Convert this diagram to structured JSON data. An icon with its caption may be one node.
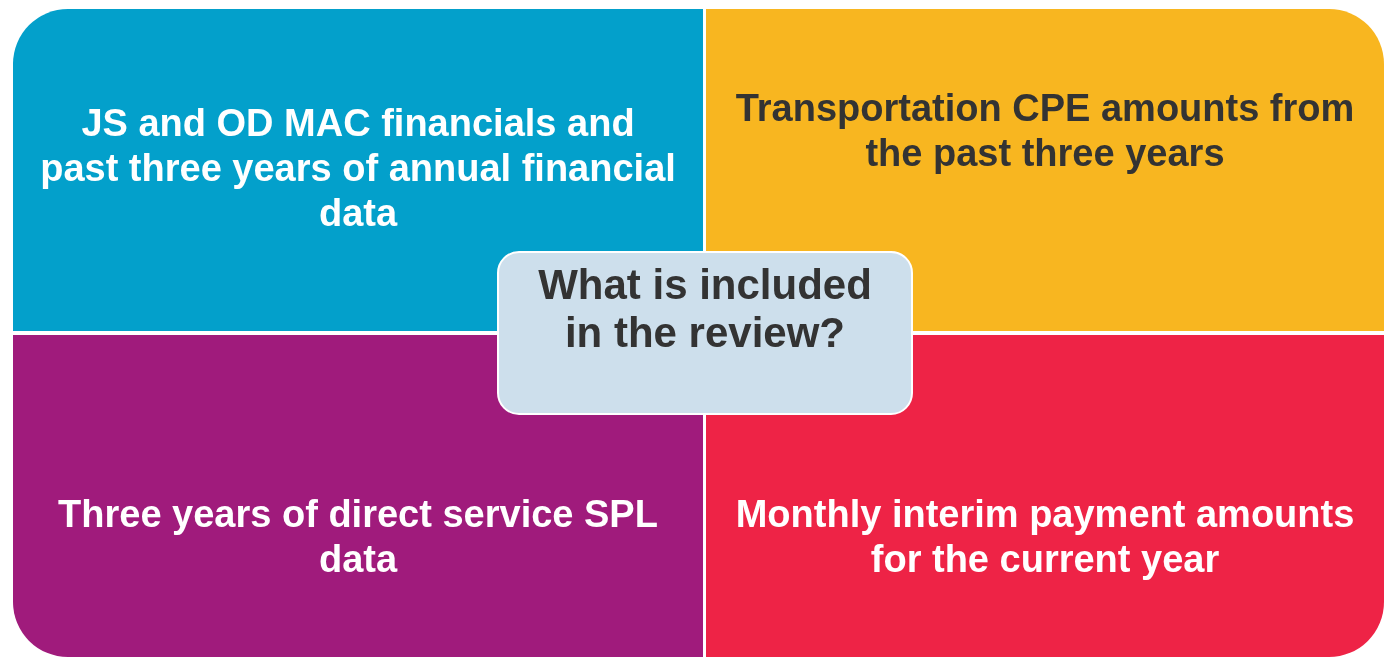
{
  "diagram": {
    "nodes": [
      {
        "text": [
          "JS and OD MAC financials and past three years of annual financial data"
        ]
      },
      {
        "text": [
          "Transportation CPE amounts from the past three years"
        ]
      },
      {
        "text": [
          "What is included in the review?"
        ]
      },
      {
        "text": [
          "Three years of direct service SPL data"
        ]
      },
      {
        "text": [
          "Monthly interim payment amounts for the current year"
        ]
      }
    ]
  }
}
